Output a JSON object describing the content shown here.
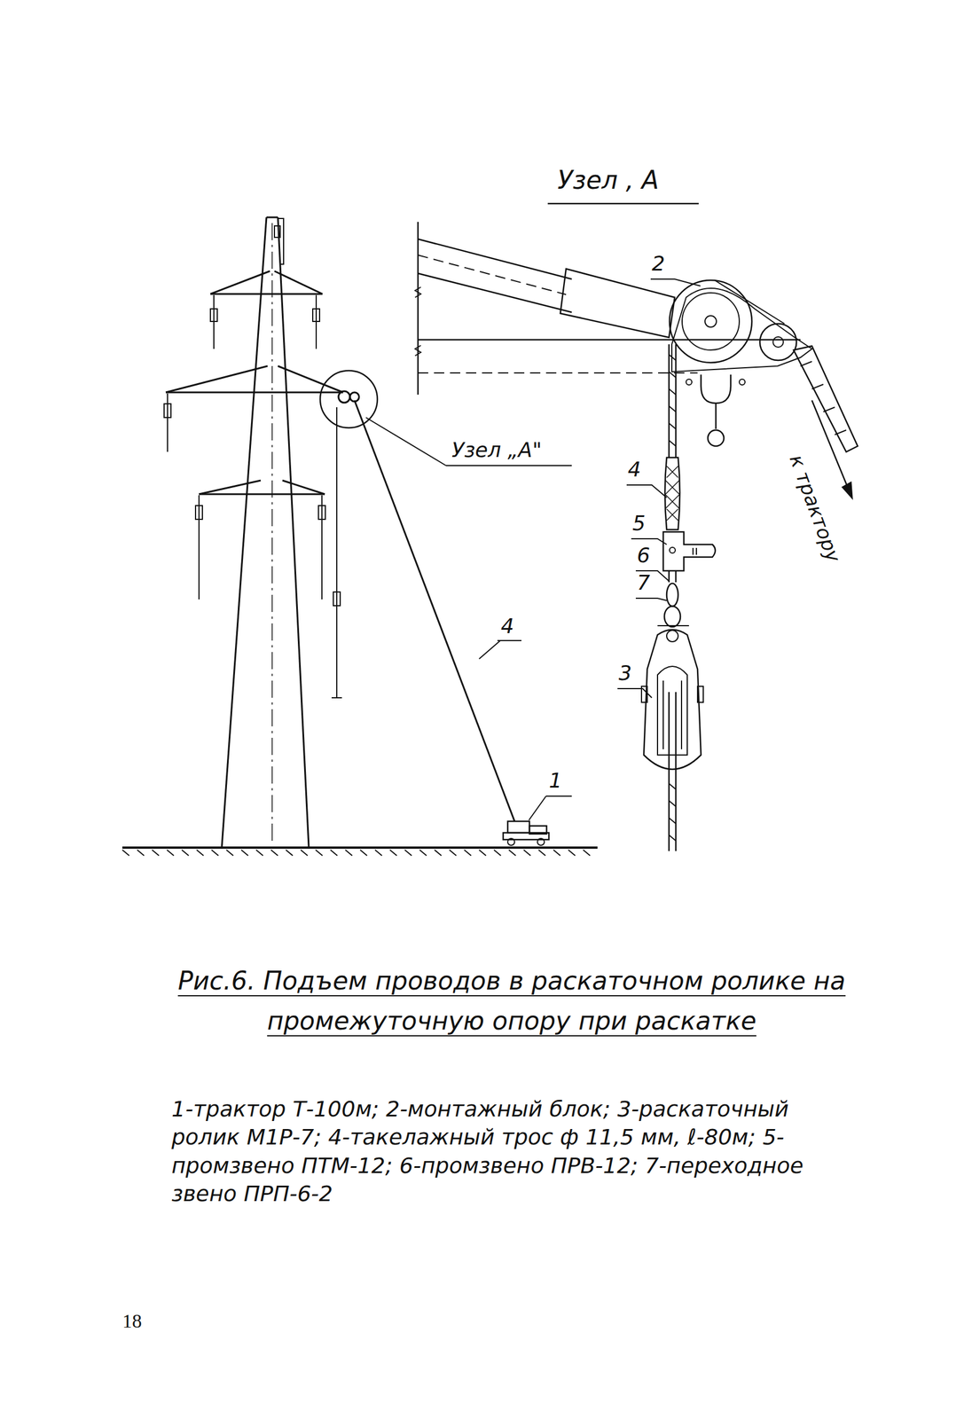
{
  "diagram": {
    "caption": "Рис.6. Подъем проводов в раскаточном ролике на промежуточную опору при раскатке",
    "labels": [
      "Узел , А",
      "Узел „А\"",
      "1",
      "4",
      "2",
      "4",
      "5",
      "6",
      "7",
      "3",
      "к трактору",
      "1-трактор Т-100м; 2-монтажный блок; 3-раскаточный ролик М1Р-7; 4-такелажный трос ф 11,5 мм, ℓ-80м; 5-промзвено ПТМ-12; 6-промзвено ПРВ-12; 7-переходное звено ПРП-6-2",
      "18"
    ]
  }
}
